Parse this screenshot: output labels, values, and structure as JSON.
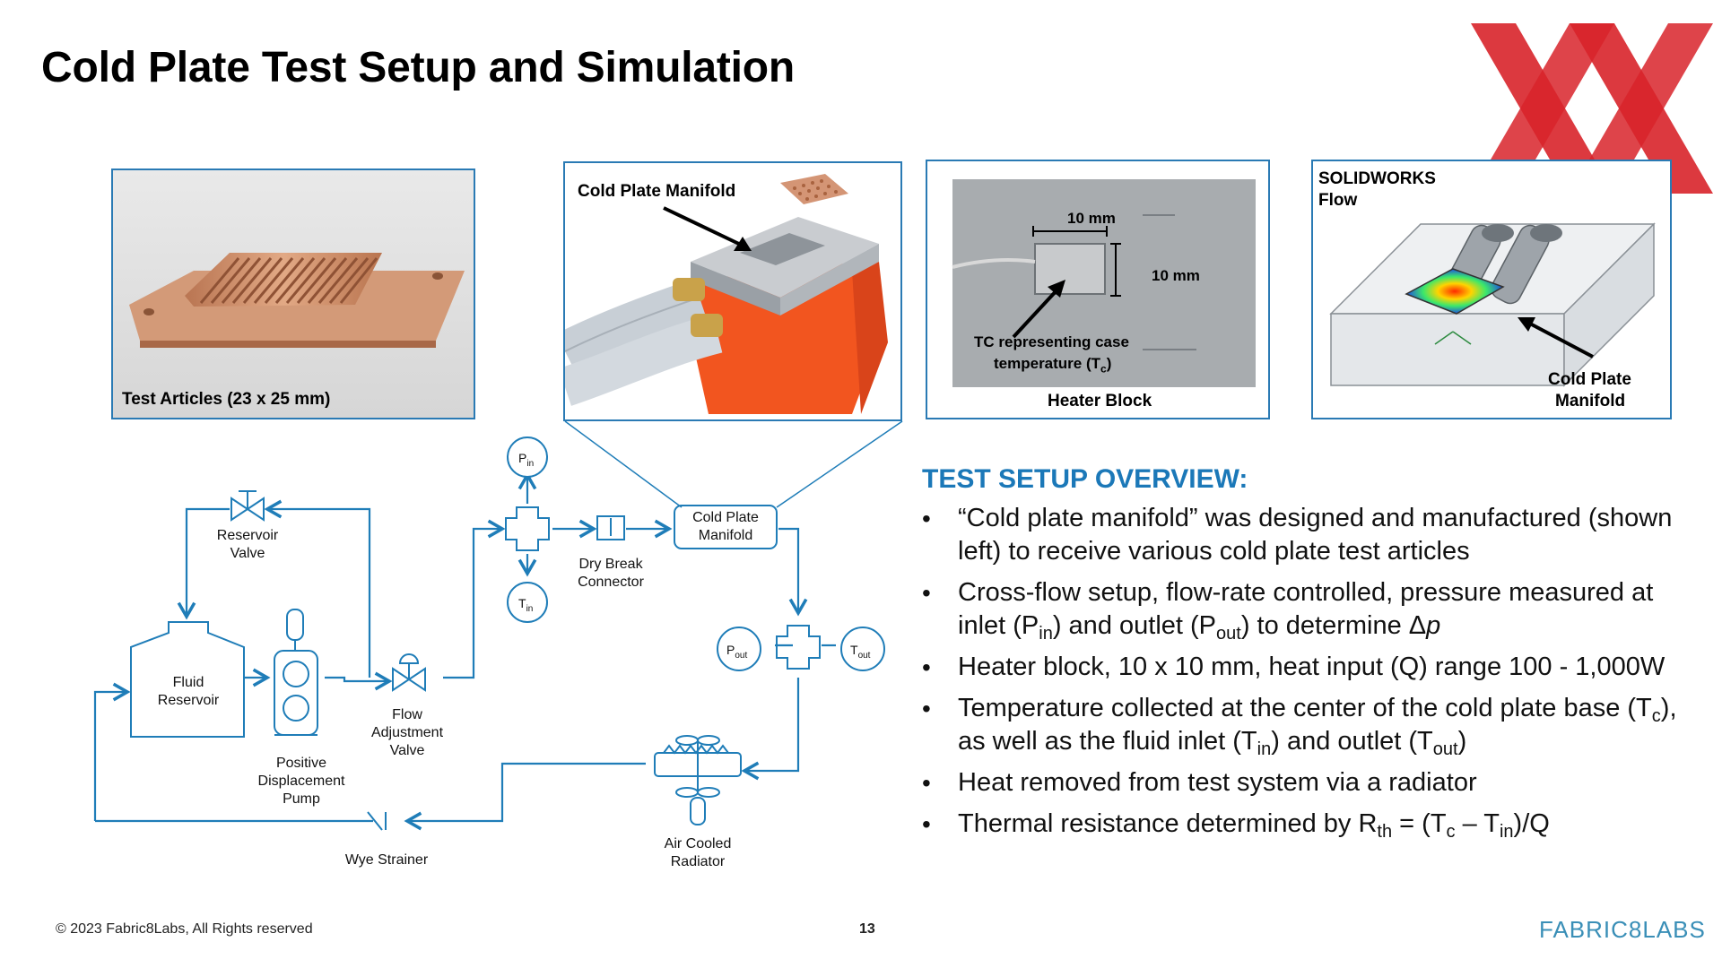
{
  "slide": {
    "title": "Cold Plate Test Setup and Simulation",
    "page_number": "13",
    "copyright": "© 2023 Fabric8Labs, All Rights reserved",
    "brand": "FABRIC8LABS"
  },
  "photos": {
    "test_articles": {
      "caption": "Test Articles (23 x 25 mm)"
    },
    "manifold": {
      "caption": "Cold Plate Manifold"
    },
    "heater": {
      "caption": "Heater Block",
      "dim_width": "10 mm",
      "dim_height": "10 mm",
      "tc_line1": "TC representing case",
      "tc_line2_prefix": "temperature  (T",
      "tc_line2_sub": "c",
      "tc_line2_suffix": ")"
    },
    "solidworks": {
      "label_line1": "SOLIDWORKS",
      "label_line2": "Flow",
      "manifold_line1": "Cold Plate",
      "manifold_line2": "Manifold"
    }
  },
  "diagram": {
    "reservoir_valve": [
      "Reservoir",
      "Valve"
    ],
    "fluid_reservoir": [
      "Fluid",
      "Reservoir"
    ],
    "pump": [
      "Positive",
      "Displacement",
      "Pump"
    ],
    "flow_valve": [
      "Flow",
      "Adjustment",
      "Valve"
    ],
    "dry_break": [
      "Dry Break",
      "Connector"
    ],
    "manifold_box": [
      "Cold Plate",
      "Manifold"
    ],
    "wye_strainer": "Wye Strainer",
    "radiator": [
      "Air Cooled",
      "Radiator"
    ],
    "p_in": {
      "main": "P",
      "sub": "in"
    },
    "t_in": {
      "main": "T",
      "sub": "in"
    },
    "p_out": {
      "main": "P",
      "sub": "out"
    },
    "t_out": {
      "main": "T",
      "sub": "out"
    }
  },
  "overview": {
    "heading": "TEST SETUP OVERVIEW:",
    "b1": "“Cold plate manifold” was designed and manufactured (shown left) to receive various cold plate test articles",
    "b2_a": "Cross-flow setup, flow-rate controlled, pressure measured at inlet (P",
    "b2_sub1": "in",
    "b2_b": ") and outlet (P",
    "b2_sub2": "out",
    "b2_c": ") to determine Δ",
    "b2_italic": "p",
    "b3": "Heater block, 10 x 10 mm, heat input (Q) range 100 - 1,000W",
    "b4_a": "Temperature collected at the center of the cold plate base (T",
    "b4_sub1": "c",
    "b4_b": "), as well as the fluid inlet (T",
    "b4_sub2": "in",
    "b4_c": ") and outlet (T",
    "b4_sub3": "out",
    "b4_d": ")",
    "b5": "Heat removed from test system via a radiator",
    "b6_a": "Thermal resistance determined by R",
    "b6_sub1": "th",
    "b6_b": " = (T",
    "b6_sub2": "c",
    "b6_c": " – T",
    "b6_sub3": "in",
    "b6_d": ")/Q"
  },
  "colors": {
    "accent_blue": "#1b78b8",
    "diagram_blue": "#1f7db8",
    "logo_red": "#d8232a",
    "copper": "#c98a66",
    "orange_block": "#f2551f"
  },
  "icons": {
    "logo": "x-logo-mark",
    "valve": "valve-icon",
    "pump": "pump-icon",
    "radiator": "radiator-icon"
  }
}
